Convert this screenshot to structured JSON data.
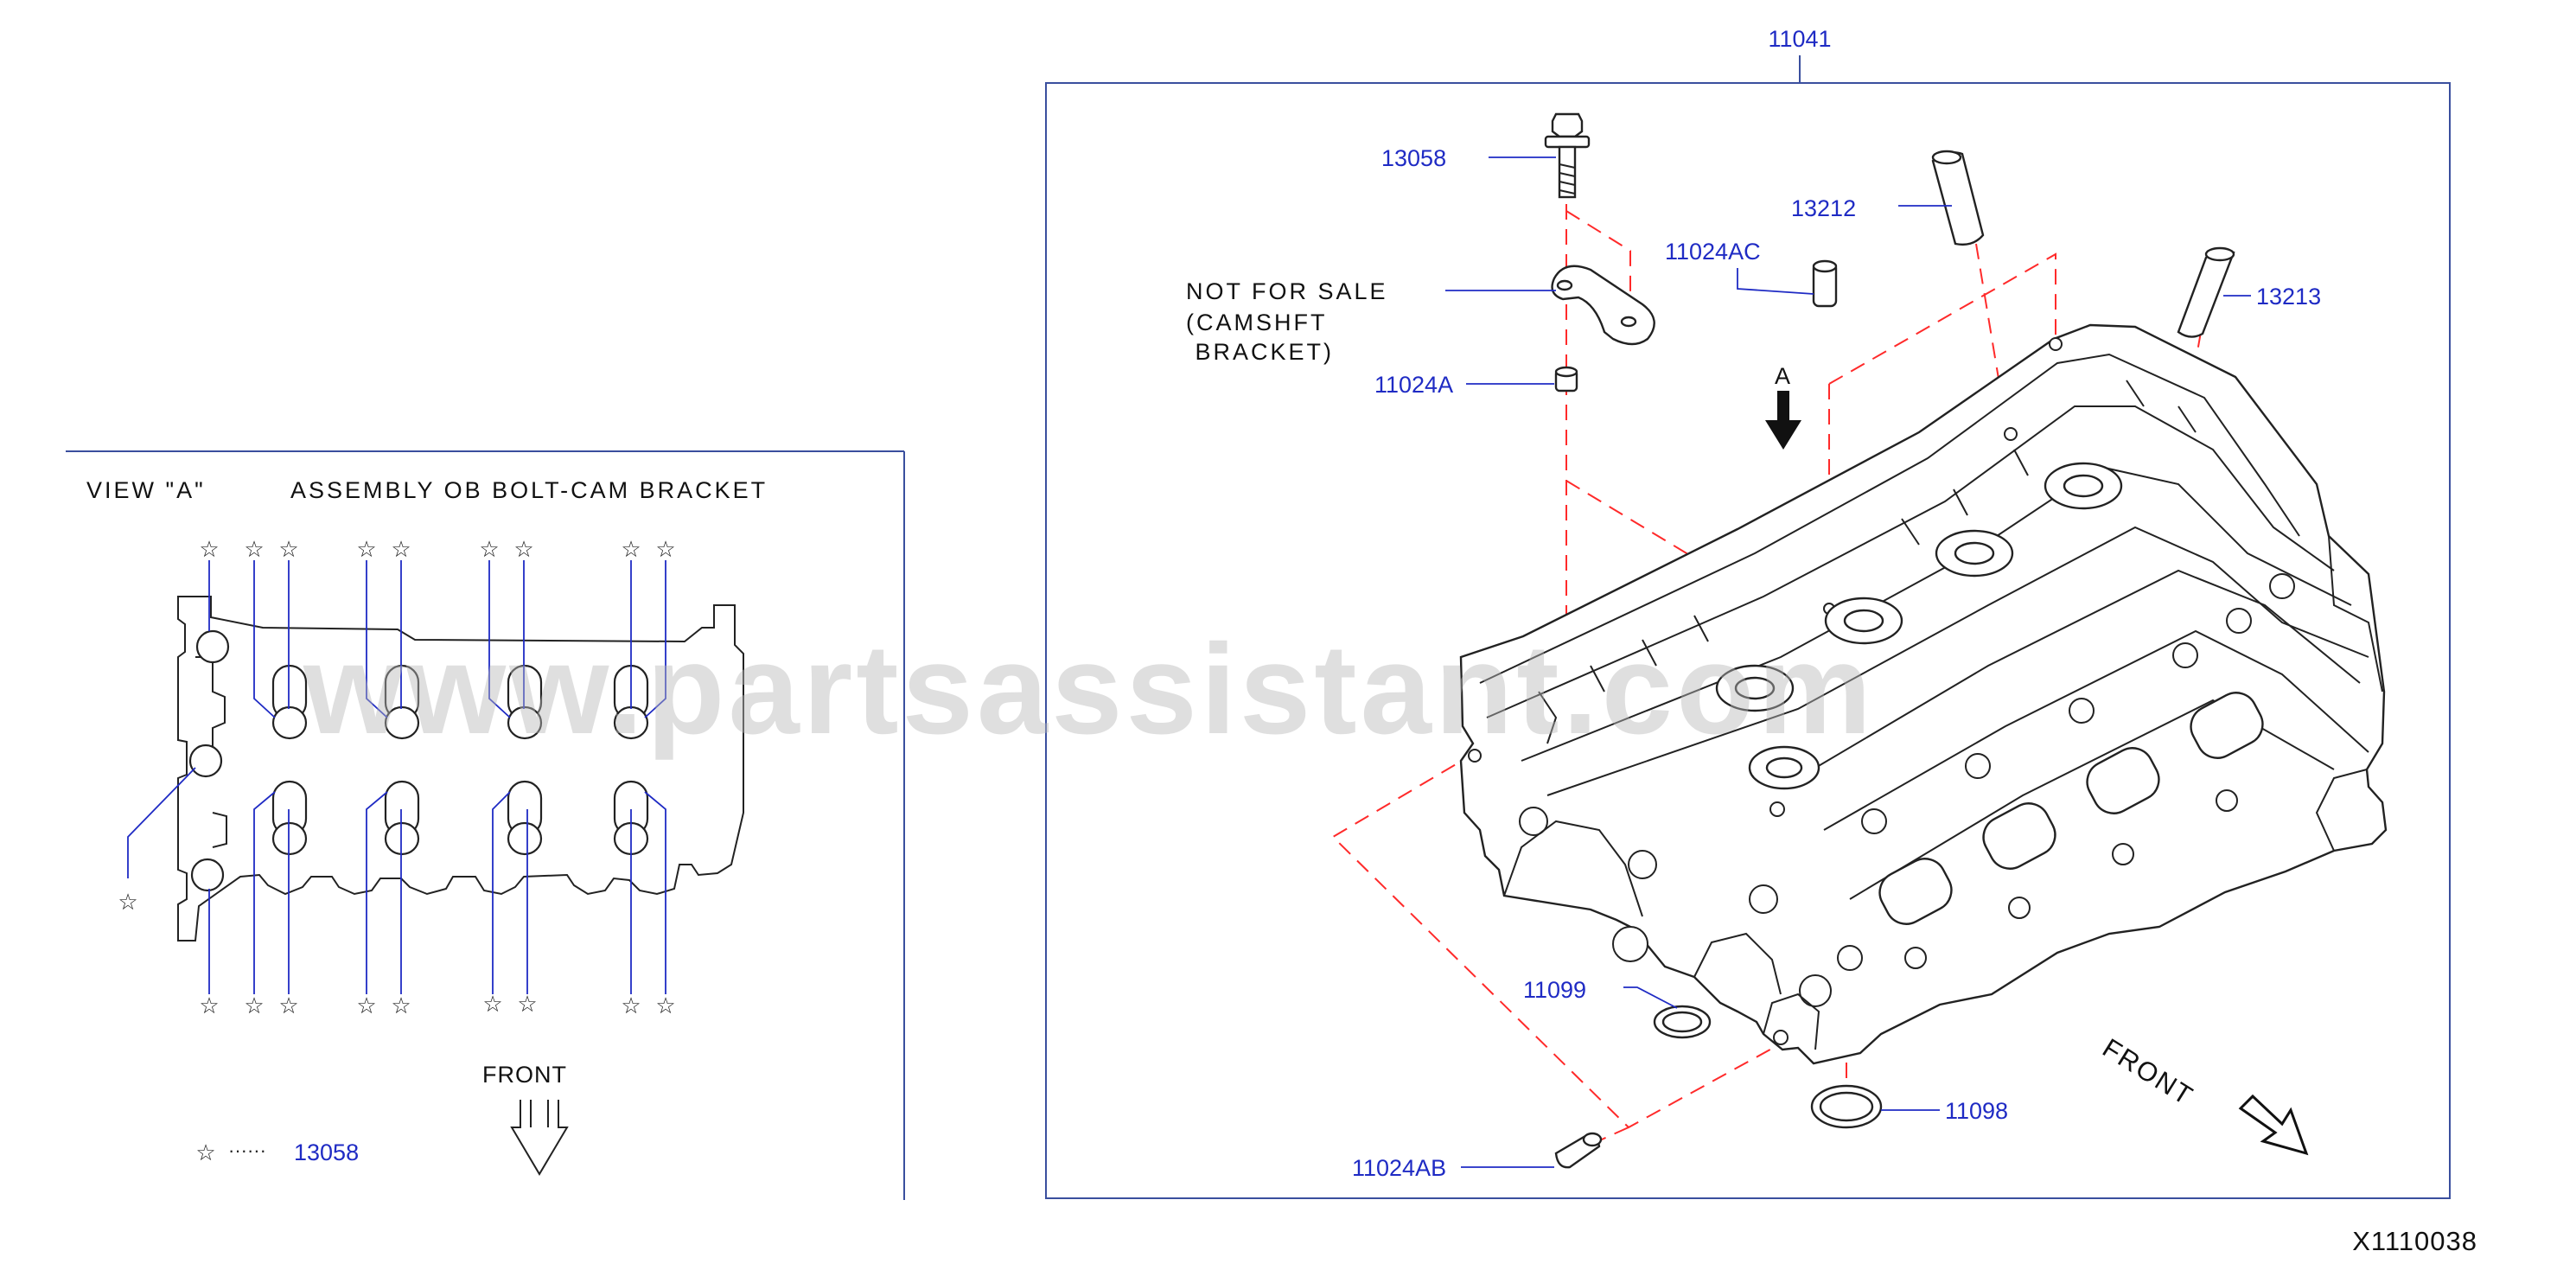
{
  "diagram": {
    "main_part_number": "11041",
    "figure_id": "X1110038",
    "watermark": "www.partsassistant.com",
    "callouts": {
      "p13058": "13058",
      "p13212": "13212",
      "p13213": "13213",
      "p11024AC": "11024AC",
      "p11024A": "11024A",
      "p11099": "11099",
      "p11098": "11098",
      "p11024AB": "11024AB"
    },
    "not_for_sale_note": [
      "NOT  FOR  SALE",
      "(CAMSHFT",
      " BRACKET)"
    ],
    "view_arrow_label": "A",
    "front_label_main": "FRONT",
    "view_a": {
      "title_view": "VIEW  \"A\"",
      "title_assembly": "ASSEMBLY  OB  BOLT-CAM  BRACKET",
      "front_label": "FRONT",
      "legend_symbol": "☆",
      "legend_dots": "······",
      "legend_part": "13058"
    }
  }
}
